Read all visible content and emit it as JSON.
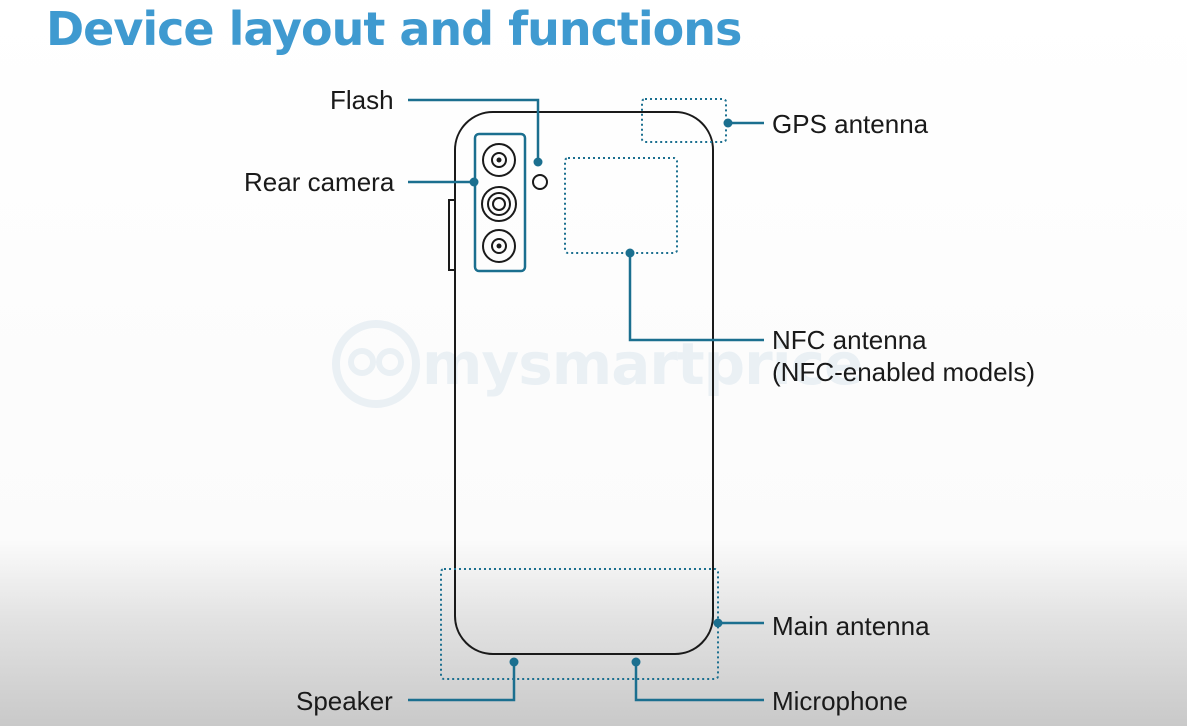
{
  "title": "Device layout and functions",
  "watermark": "mysmartprice",
  "labels": {
    "flash": "Flash",
    "rear_camera": "Rear camera",
    "gps_antenna": "GPS antenna",
    "nfc_antenna_line1": "NFC antenna",
    "nfc_antenna_line2": "(NFC-enabled models)",
    "main_antenna": "Main antenna",
    "speaker": "Speaker",
    "microphone": "Microphone"
  },
  "colors": {
    "title": "#3f9ad0",
    "callout": "#1b6f8f",
    "outline": "#1a1a1a"
  }
}
